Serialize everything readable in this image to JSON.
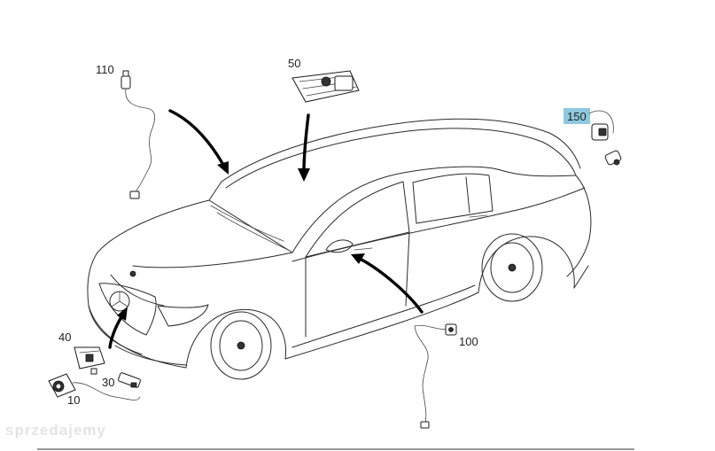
{
  "diagram": {
    "callouts": {
      "p10": "10",
      "p30": "30",
      "p40": "40",
      "p50": "50",
      "p100": "100",
      "p110": "110",
      "p150": "150"
    },
    "highlight_color": "#8fc8df",
    "watermark": "sprzedajemy"
  }
}
